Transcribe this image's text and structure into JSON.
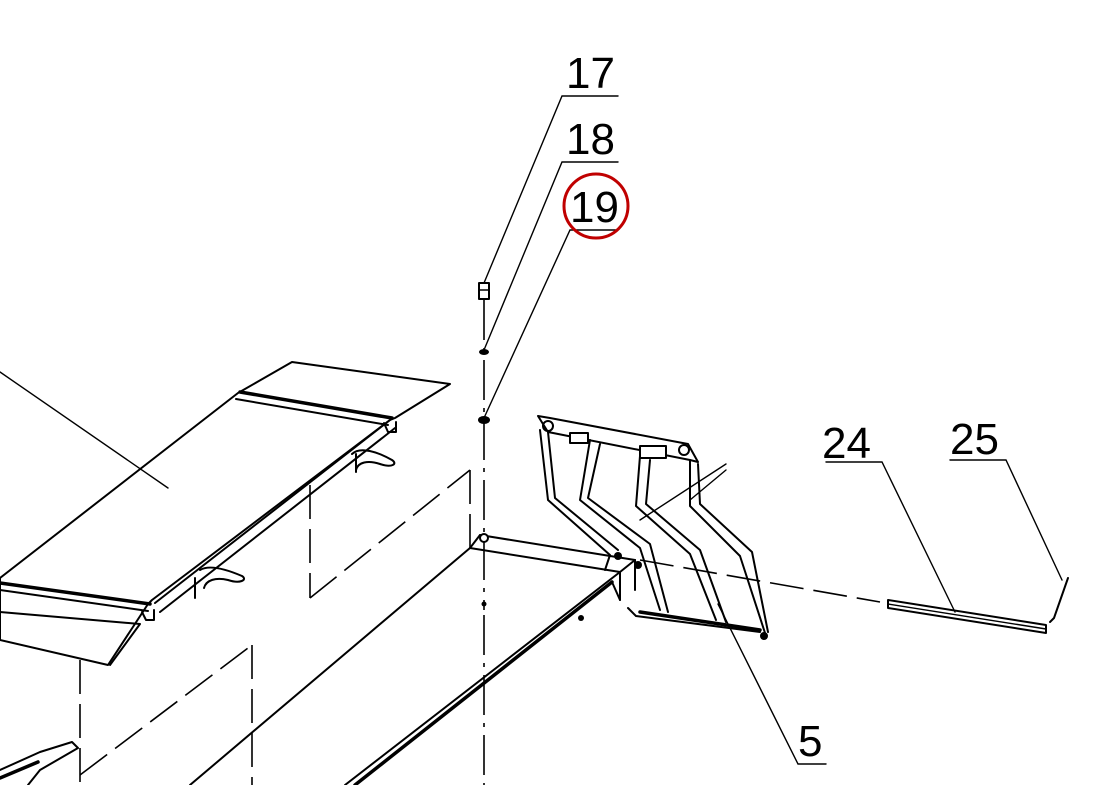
{
  "callouts": {
    "c17": "17",
    "c18": "18",
    "c19": "19",
    "c24": "24",
    "c25": "25",
    "c5": "5"
  },
  "highlight": {
    "color": "#c00000"
  }
}
